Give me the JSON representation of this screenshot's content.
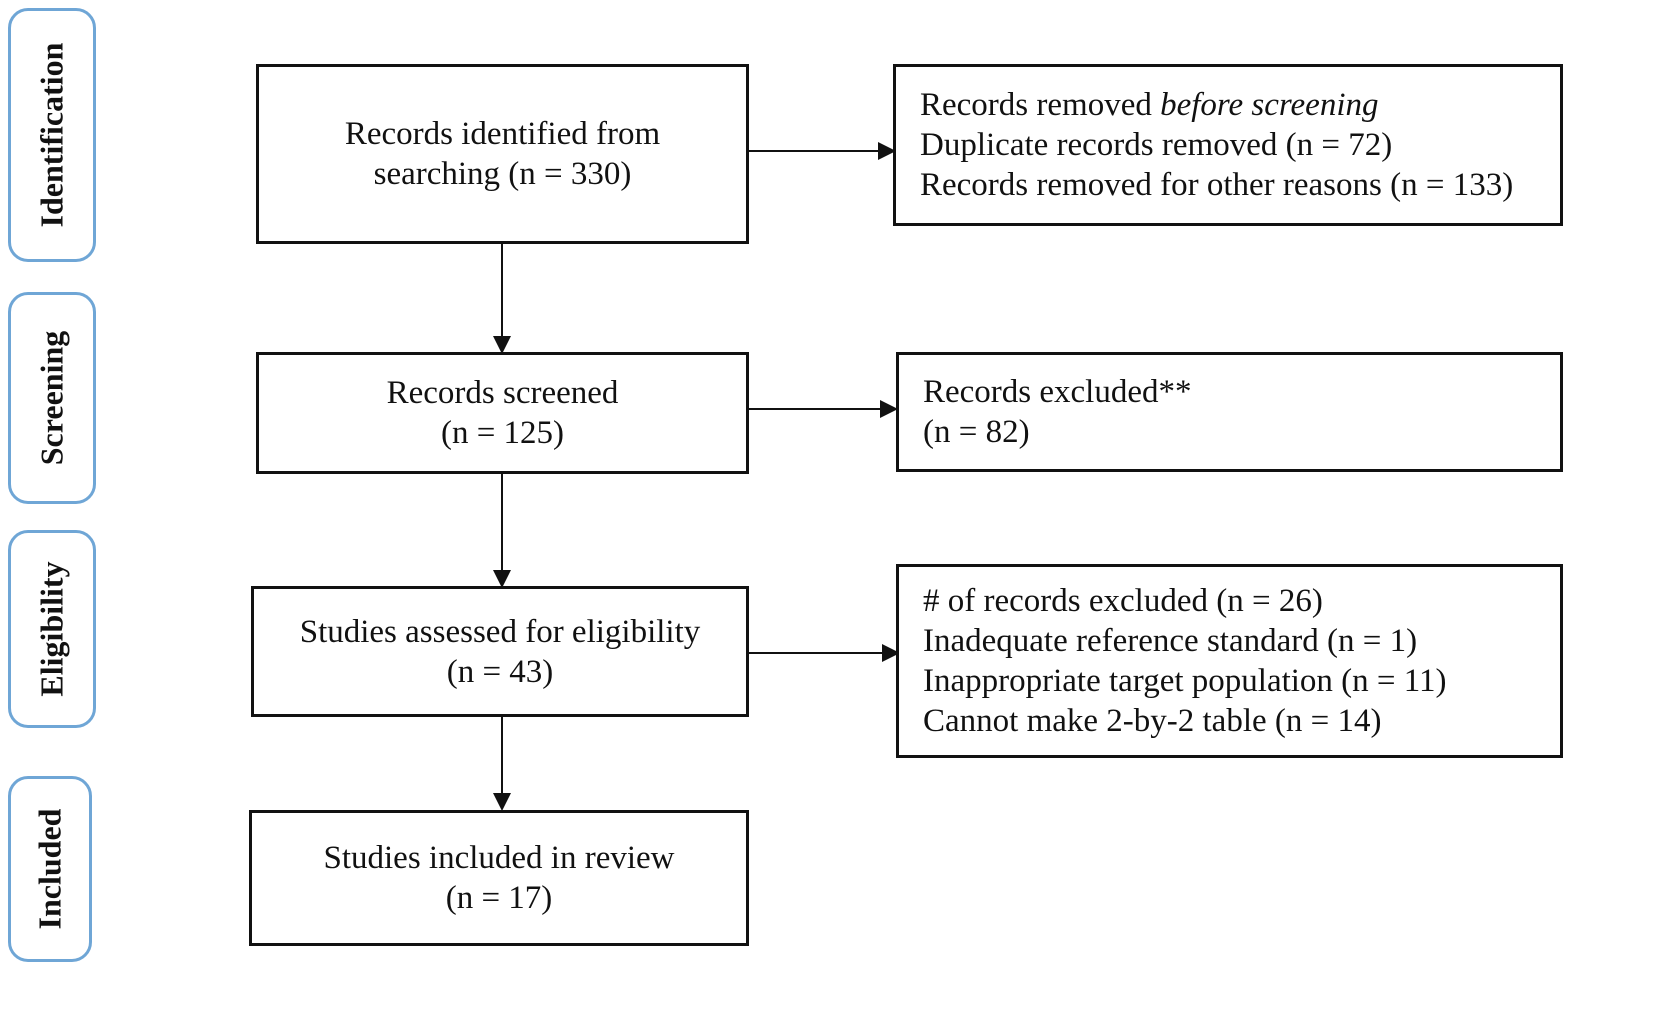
{
  "phases": {
    "identification": "Identification",
    "screening": "Screening",
    "eligibility": "Eligibility",
    "included": "Included"
  },
  "boxes": {
    "identified": {
      "line1": "Records identified from",
      "line2": "searching (n = 330)"
    },
    "removed_before": {
      "line1_prefix": "Records removed ",
      "line1_italic": "before screening",
      "line2": "Duplicate records removed (n = 72)",
      "line3": "Records removed for other reasons (n = 133)"
    },
    "screened": {
      "line1": "Records screened",
      "line2": "(n = 125)"
    },
    "excluded": {
      "line1": "Records excluded**",
      "line2": "(n = 82)"
    },
    "assessed": {
      "line1": "Studies assessed for eligibility",
      "line2": "(n = 43)"
    },
    "excluded_reasons": {
      "line1": "# of records excluded (n = 26)",
      "line2": "Inadequate reference standard (n = 1)",
      "line3": "Inappropriate target population (n = 11)",
      "line4": "Cannot make 2-by-2 table (n = 14)"
    },
    "included": {
      "line1": "Studies included in review",
      "line2": "(n = 17)"
    }
  }
}
